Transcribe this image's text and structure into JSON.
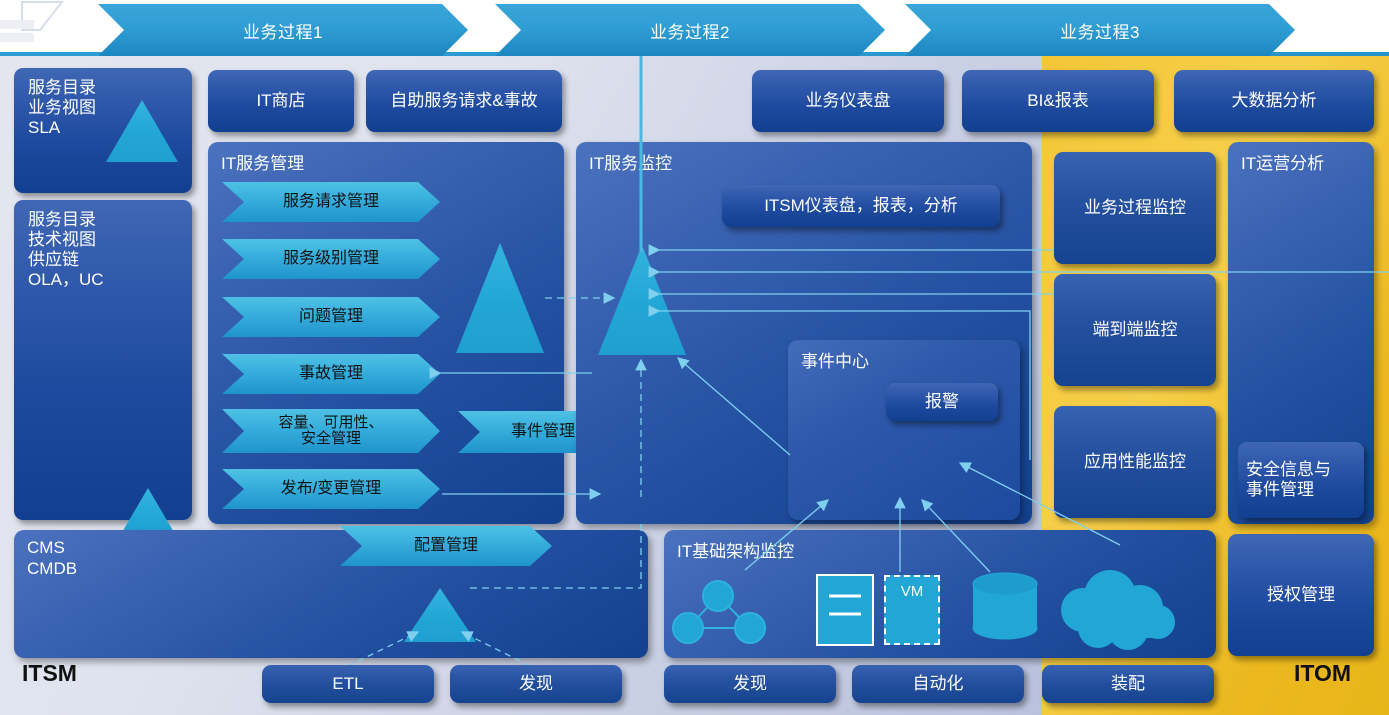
{
  "theme": {
    "accent_cyan": "#22a6d6",
    "tile_blue": "#1d4a9e",
    "itom_gold": "#f0c030",
    "itsm_grey": "#dfe3ee",
    "arrow_line": "#7fd0ef"
  },
  "top_banners": [
    {
      "label": "业务过程1"
    },
    {
      "label": "业务过程2"
    },
    {
      "label": "业务过程3"
    }
  ],
  "left_column": [
    {
      "name": "service-catalog-business",
      "lines": [
        "服务目录",
        "业务视图",
        "SLA"
      ]
    },
    {
      "name": "service-catalog-technical",
      "lines": [
        "服务目录",
        "技术视图",
        "供应链",
        "OLA，UC"
      ]
    }
  ],
  "top_tiles": [
    {
      "label": "IT商店"
    },
    {
      "label": "自助服务请求&事故"
    },
    {
      "label": "业务仪表盘"
    },
    {
      "label": "BI&报表"
    },
    {
      "label": "大数据分析"
    }
  ],
  "itsm_panel": {
    "title": "IT服务管理",
    "pills": [
      {
        "label": "服务请求管理"
      },
      {
        "label": "服务级别管理"
      },
      {
        "label": "问题管理"
      },
      {
        "label": "事故管理"
      },
      {
        "label": "容量、可用性、\n安全管理"
      },
      {
        "label": "发布/变更管理"
      }
    ],
    "event_mgmt_pill": "事件管理"
  },
  "monitor_panel": {
    "title": "IT服务监控",
    "dashboard_tile": "ITSM仪表盘，报表，分析",
    "event_center": {
      "title": "事件中心",
      "alarm_tile": "报警"
    }
  },
  "monitor_column": [
    {
      "label": "业务过程监控"
    },
    {
      "label": "端到端监控"
    },
    {
      "label": "应用性能监控"
    }
  ],
  "itom_column": {
    "analysis_title": "IT运营分析",
    "tiles": [
      {
        "label": "安全信息与\n事件管理"
      },
      {
        "label": "授权管理"
      }
    ]
  },
  "cmdb_panel": {
    "lines": [
      "CMS",
      "CMDB"
    ],
    "config_pill": "配置管理"
  },
  "infra_panel": {
    "title": "IT基础架构监控",
    "icons": [
      {
        "name": "network-nodes-icon"
      },
      {
        "name": "server-icon"
      },
      {
        "name": "virtual-machine-icon",
        "label": "VM"
      },
      {
        "name": "database-icon"
      },
      {
        "name": "cloud-icon"
      }
    ]
  },
  "footer": {
    "left_label": "ITSM",
    "right_label": "ITOM",
    "buttons": [
      {
        "label": "ETL"
      },
      {
        "label": "发现"
      },
      {
        "label": "发现"
      },
      {
        "label": "自动化"
      },
      {
        "label": "装配"
      }
    ]
  }
}
